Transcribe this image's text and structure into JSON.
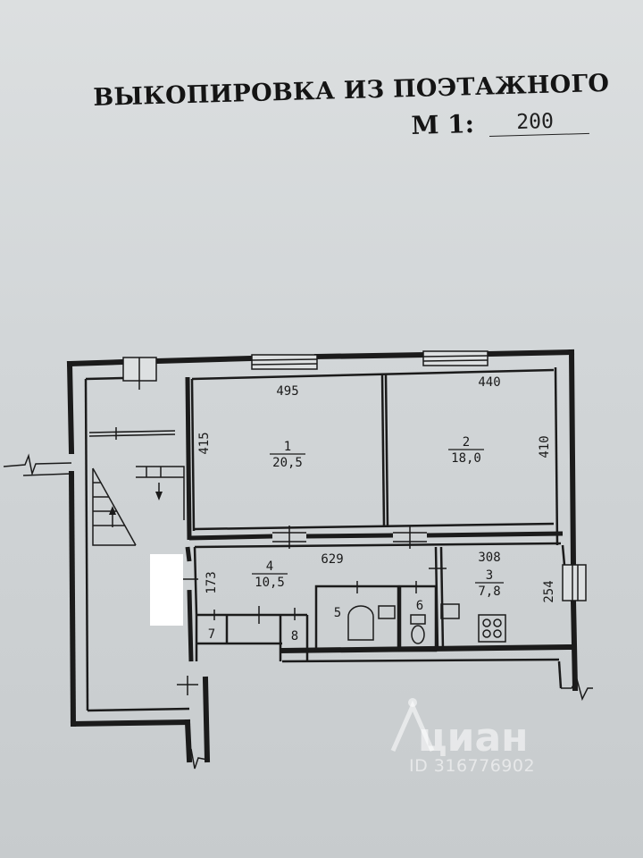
{
  "header": {
    "title": "ВЫКОПИРОВКА ИЗ ПОЭТАЖНОГО",
    "scale_label": "М 1:",
    "scale_value": "200"
  },
  "rooms": [
    {
      "number": "1",
      "area": "20,5"
    },
    {
      "number": "2",
      "area": "18,0"
    },
    {
      "number": "3",
      "area": "7,8"
    },
    {
      "number": "4",
      "area": "10,5"
    },
    {
      "number": "5"
    },
    {
      "number": "6"
    },
    {
      "number": "7"
    },
    {
      "number": "8"
    }
  ],
  "dimensions": {
    "room1_width": "495",
    "room1_depth": "415",
    "room2_width": "440",
    "room2_depth": "410",
    "corridor_length": "629",
    "corridor_depth": "173",
    "kitchen_width": "308",
    "kitchen_depth": "254"
  },
  "watermark": {
    "brand": "циан",
    "id": "ID 316776902"
  }
}
